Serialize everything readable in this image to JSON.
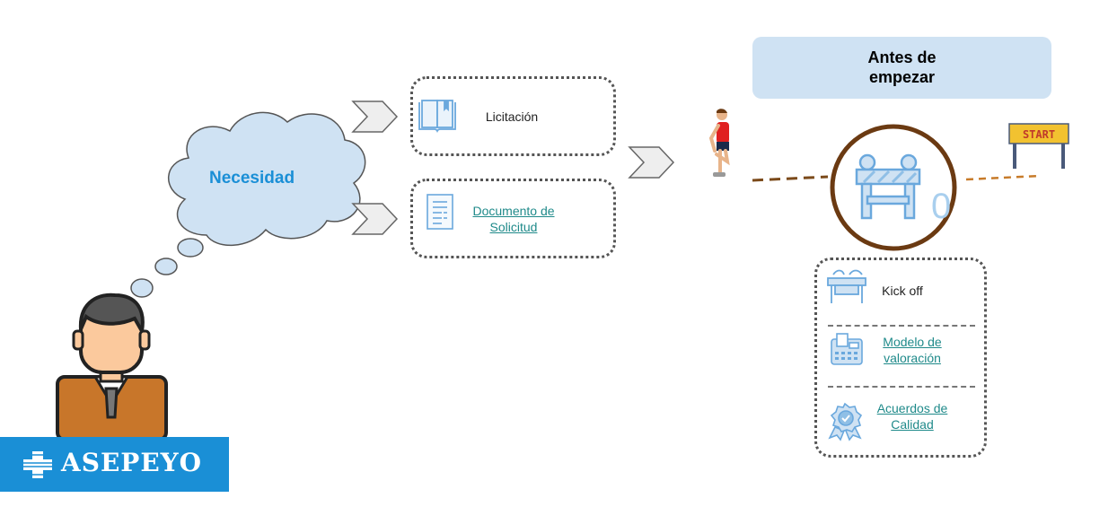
{
  "cloud": {
    "label": "Necesidad"
  },
  "items": {
    "licitacion": "Licitación",
    "documento": "Documento de\nSolicitud"
  },
  "header": {
    "title": "Antes de\nempezar"
  },
  "barrier": {
    "count": "0"
  },
  "start_sign": "START",
  "checklist": [
    {
      "label": "Kick off",
      "link": false
    },
    {
      "label": "Modelo de\nvaloración",
      "link": true
    },
    {
      "label": "Acuerdos de\nCalidad",
      "link": true
    }
  ],
  "brand": {
    "name": "ASEPEYO"
  },
  "colors": {
    "cloud_fill": "#cfe2f3",
    "cloud_text": "#1a8fd6",
    "brand_bg": "#1a8fd6",
    "link": "#1f8a8a",
    "ring": "#6b3a12",
    "icon_blue": "#8fbfe6"
  }
}
